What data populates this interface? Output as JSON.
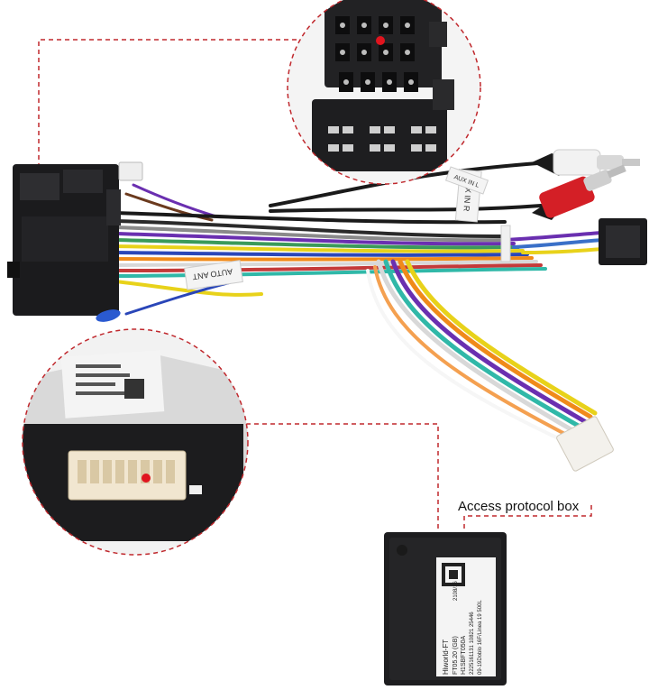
{
  "callout": {
    "label": "Access protocol box"
  },
  "wire_tags": {
    "aux": "AUX IN R",
    "aux_l": "AUX IN L",
    "antenna": "AUTO ANT"
  },
  "box_label": {
    "brand": "Hiworld-FT",
    "model": "FT05.20 (GB)",
    "code": "H1SBFT050A",
    "date": "2108/16",
    "serial": "2225161131 10821 25446",
    "note": "09-19Doblo 16F/Linea 19 500L"
  },
  "colors": {
    "callout_line": "#c0282d",
    "pin_marker": "#e0141e",
    "connector_body": "#1b1b1d",
    "rca_red": "#d41f26",
    "rca_white": "#f2f2f2"
  }
}
